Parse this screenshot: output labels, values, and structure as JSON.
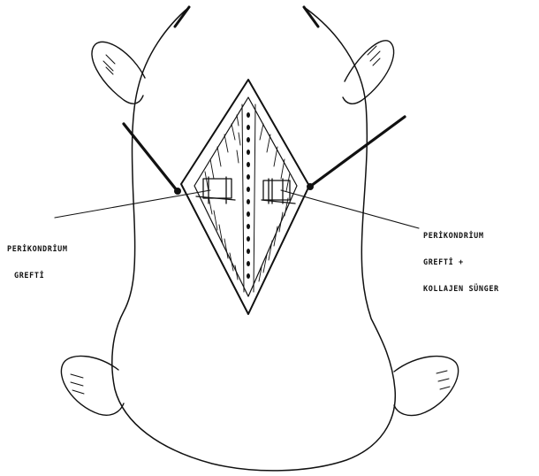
{
  "labels": {
    "left": {
      "line1": "PERİKONDRİUM",
      "line2": "GREFTİ"
    },
    "right": {
      "line1": "PERİKONDRİUM",
      "line2": "GREFTİ +",
      "line3": "KOLLAJEN SÜNGER"
    }
  },
  "colors": {
    "ink": "#111111",
    "paper": "#ffffff"
  }
}
